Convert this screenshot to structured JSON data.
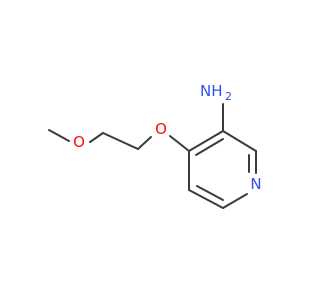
{
  "molecule": {
    "atom_labels": {
      "amine": "NH",
      "amine_subscript": "2",
      "ether_oxygen_ring": "O",
      "ether_oxygen_chain": "O",
      "ring_nitrogen": "N"
    },
    "colors": {
      "bond": "#3b3b3b",
      "oxygen": "#ff0d0d",
      "nitrogen": "#2f50f8"
    }
  }
}
